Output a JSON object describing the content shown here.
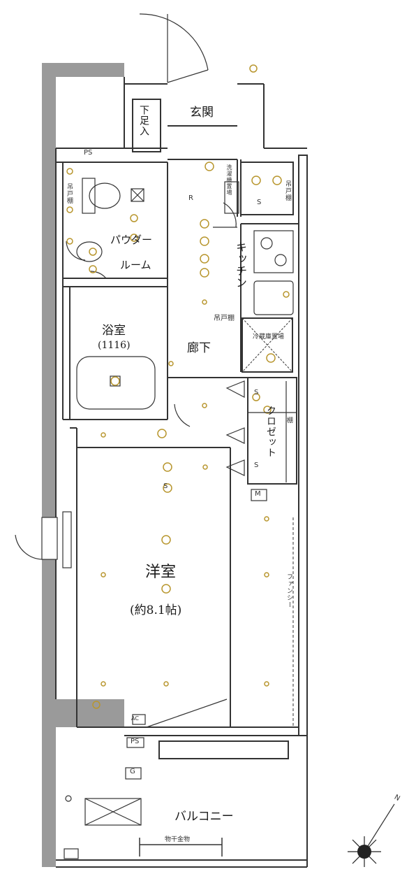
{
  "rooms": {
    "genkan": "玄関",
    "getabako": "下足入",
    "kitchen": "キッチン",
    "powder_room_line1": "パウダー",
    "powder_room_line2": "ルーム",
    "bathroom": "浴室",
    "bathroom_size": "(1116)",
    "hallway": "廊下",
    "closet": "クロゼット",
    "western_room": "洋室",
    "western_room_size": "(約8.1帖)",
    "balcony": "バルコニー"
  },
  "labels": {
    "ps_top": "PS",
    "ps_bottom": "PS",
    "washing_machine": "洗濯機置場",
    "fridge": "冷蔵庫置場",
    "hanging_shelf_top": "吊戸棚",
    "hanging_shelf_left": "吊戸棚",
    "hanging_shelf_right": "吊戸棚",
    "shelf_right": "棚",
    "fan_shelf": "ファンシー",
    "drying_hardware": "物干金物",
    "ac": "AC",
    "meter": "M",
    "gas": "G",
    "refrig_symbol": "R",
    "storage_s1": "S",
    "storage_s2": "S",
    "storage_s3": "S",
    "storage_s4": "S"
  },
  "colors": {
    "wall": "#9a9a9a",
    "wall_light": "#cfcfcf",
    "line": "#333333",
    "fixture": "#b8962e"
  },
  "compass": {
    "north": "N"
  }
}
